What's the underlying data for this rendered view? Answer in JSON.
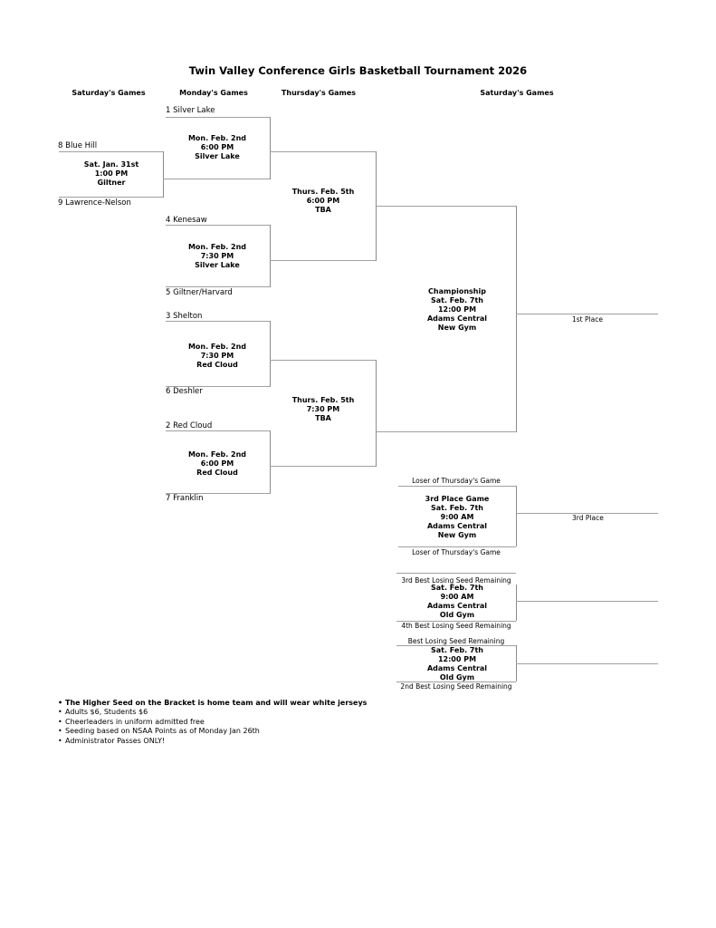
{
  "bullet": "•",
  "title": "Twin Valley Conference Girls Basketball Tournament 2026",
  "column_headers": [
    "Saturday's Games",
    "Monday's Games",
    "Thursday's Games",
    "Saturday's Games"
  ],
  "play_in_game": {
    "top_seed": "8 Blue Hill",
    "bottom_seed": "9 Lawrence-Nelson",
    "date": "Sat. Jan. 31st",
    "time": "1:00 PM",
    "venue": "Giltner"
  },
  "monday_games": [
    {
      "top_seed": "1 Silver Lake",
      "date": "Mon. Feb. 2nd",
      "time": "6:00 PM",
      "venue": "Silver Lake"
    },
    {
      "top_seed": "4 Kenesaw",
      "bottom_seed": "5 Giltner/Harvard",
      "date": "Mon. Feb. 2nd",
      "time": "7:30 PM",
      "venue": "Silver Lake"
    },
    {
      "top_seed": "3 Shelton",
      "bottom_seed": "6 Deshler",
      "date": "Mon. Feb. 2nd",
      "time": "7:30 PM",
      "venue": "Red Cloud"
    },
    {
      "top_seed": "2 Red Cloud",
      "bottom_seed": "7 Franklin",
      "date": "Mon. Feb. 2nd",
      "time": "6:00 PM",
      "venue": "Red Cloud"
    }
  ],
  "thursday_games": [
    {
      "date": "Thurs. Feb. 5th",
      "time": "6:00 PM",
      "venue": "TBA"
    },
    {
      "date": "Thurs. Feb. 5th",
      "time": "7:30 PM",
      "venue": "TBA"
    }
  ],
  "championship": {
    "title": "Championship",
    "date": "Sat. Feb. 7th",
    "time": "12:00 PM",
    "venue": "Adams Central",
    "gym": "New Gym",
    "winner_label": "1st Place"
  },
  "third_place_game": {
    "title": "3rd Place Game",
    "top_participant": "Loser of Thursday's Game",
    "bottom_participant": "Loser of Thursday's Game",
    "date": "Sat. Feb. 7th",
    "time": "9:00 AM",
    "venue": "Adams Central",
    "gym": "New Gym",
    "winner_label": "3rd Place"
  },
  "consolation_games": [
    {
      "top_participant": "3rd Best Losing Seed Remaining",
      "bottom_participant": "4th Best Losing Seed Remaining",
      "date": "Sat. Feb. 7th",
      "time": "9:00 AM",
      "venue": "Adams Central",
      "gym": "Old Gym"
    },
    {
      "top_participant": "Best Losing Seed Remaining",
      "bottom_participant": "2nd Best Losing Seed Remaining",
      "date": "Sat. Feb. 7th",
      "time": "12:00 PM",
      "venue": "Adams Central",
      "gym": "Old Gym"
    }
  ],
  "notes": [
    "The Higher Seed on the Bracket is home team and will wear white jerseys",
    "Adults $6, Students $6",
    "Cheerleaders in uniform admitted free",
    "Seeding based on NSAA Points as of Monday Jan 26th",
    "Administrator Passes ONLY!"
  ],
  "colors": {
    "line": "#9e9e9e",
    "text": "#000000",
    "background": "#ffffff"
  }
}
